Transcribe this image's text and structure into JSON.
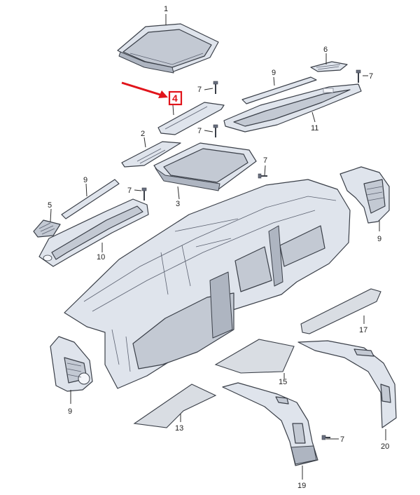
{
  "diagram": {
    "callouts": {
      "c1": "1",
      "c2": "2",
      "c3": "3",
      "c4": "4",
      "c5": "5",
      "c6": "6",
      "c7a": "7",
      "c7b": "7",
      "c7c": "7",
      "c7d": "7",
      "c7e": "7",
      "c7f": "7",
      "c9a": "9",
      "c9b": "9",
      "c9c": "9",
      "c9d": "9",
      "c10": "10",
      "c11": "11",
      "c13": "13",
      "c15": "15",
      "c17": "17",
      "c19": "19",
      "c20": "20"
    },
    "colors": {
      "highlight": "#e1141b",
      "part_fill": "#dfe4ec",
      "outline": "#3a3f48"
    }
  }
}
